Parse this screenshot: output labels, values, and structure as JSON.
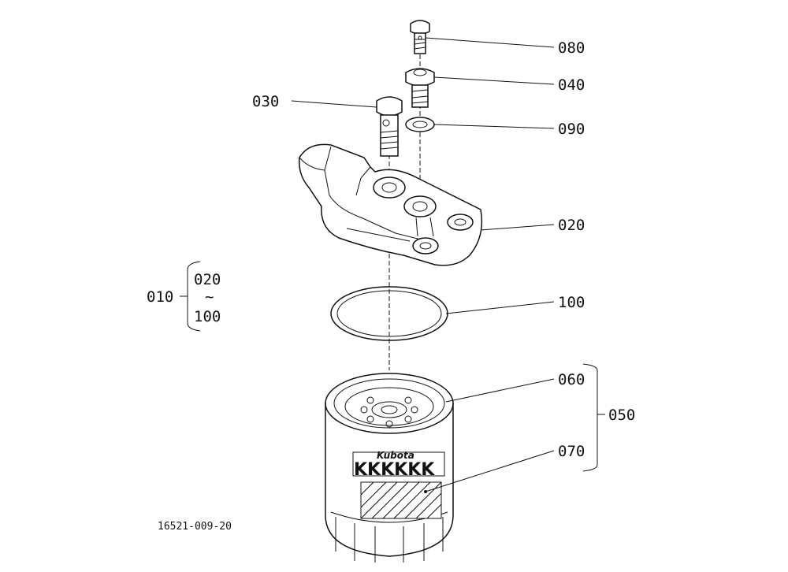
{
  "callouts": {
    "c080": "080",
    "c040": "040",
    "c030": "030",
    "c090": "090",
    "c020": "020",
    "c100": "100",
    "c060": "060",
    "c070": "070",
    "c050": "050",
    "c010": "010",
    "group_top": "020",
    "group_tilde": "~",
    "group_bottom": "100"
  },
  "filter": {
    "brand": "Kubota",
    "pattern": "KKKKKK"
  },
  "drawing_number": "16521-009-20",
  "colors": {
    "line": "#111111",
    "background": "#ffffff"
  }
}
